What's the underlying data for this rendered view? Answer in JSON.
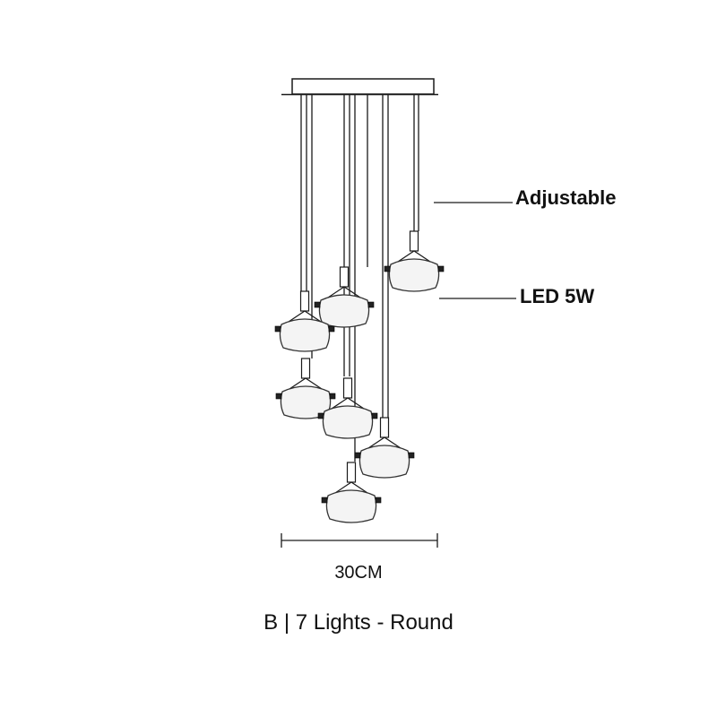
{
  "labels": {
    "adjustable": "Adjustable",
    "led": "LED 5W",
    "width": "30CM",
    "caption": "B | 7 Lights - Round"
  },
  "colors": {
    "line": "#1a1a1a",
    "shade_stroke": "#333333",
    "shade_fill": "#f4f4f4",
    "text": "#111111"
  }
}
